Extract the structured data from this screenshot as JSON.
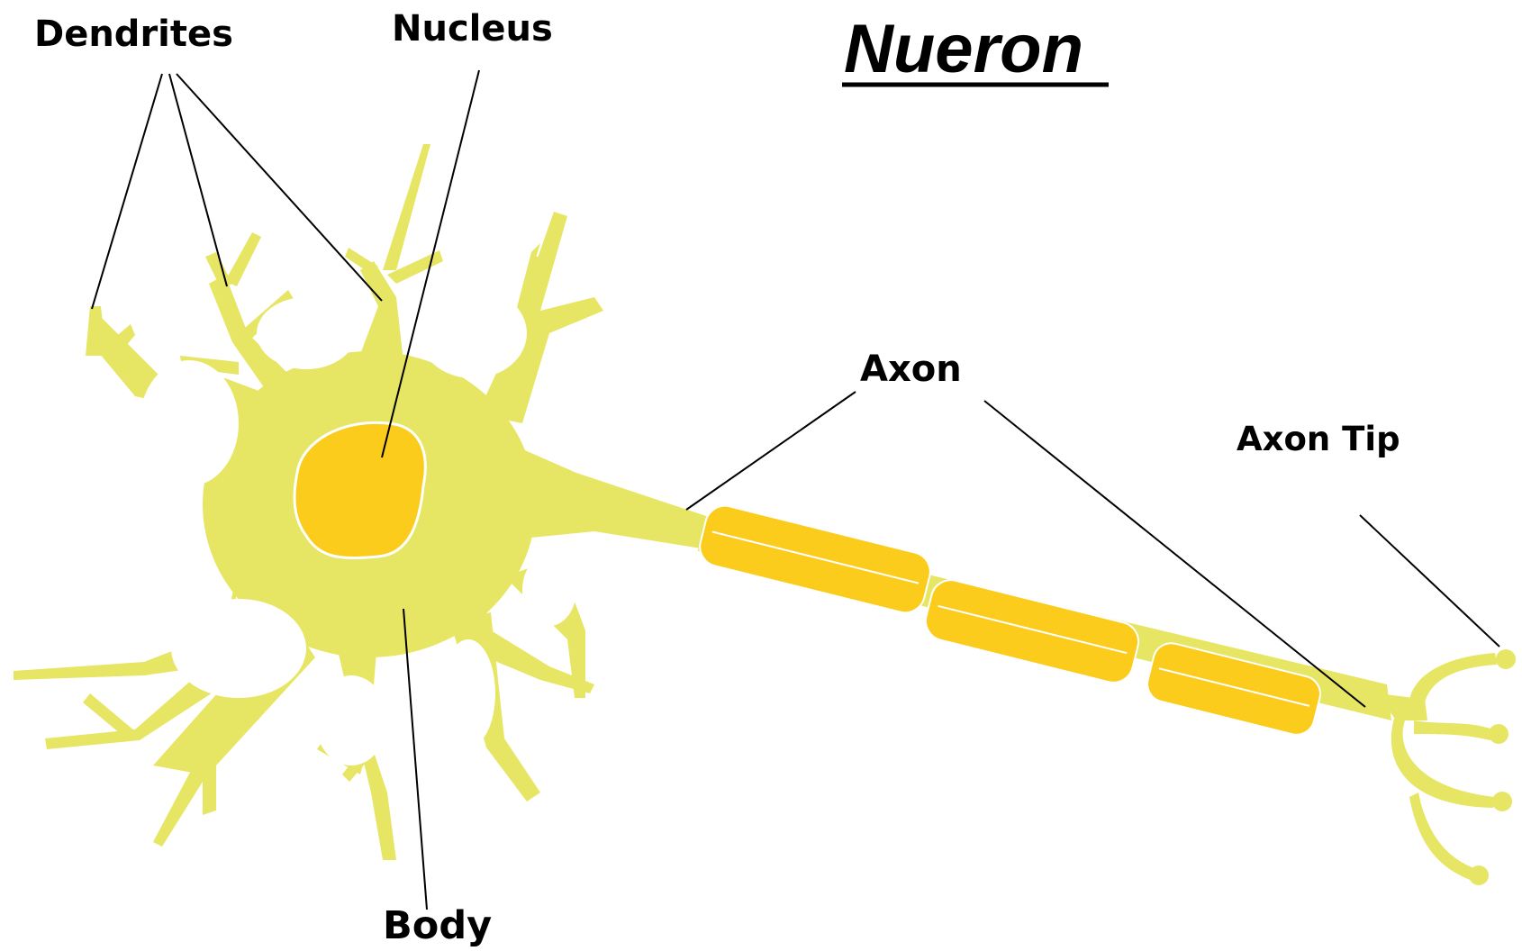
{
  "title": "Nueron",
  "labels": {
    "dendrites": "Dendrites",
    "nucleus": "Nucleus",
    "axon": "Axon",
    "axon_tip": "Axon Tip",
    "body": "Body"
  },
  "colors": {
    "cell": "#e6e664",
    "nucleus": "#fccc1c",
    "myelin": "#fccc1c",
    "outline": "#ffffff",
    "leader": "#000000",
    "background": "#ffffff"
  }
}
